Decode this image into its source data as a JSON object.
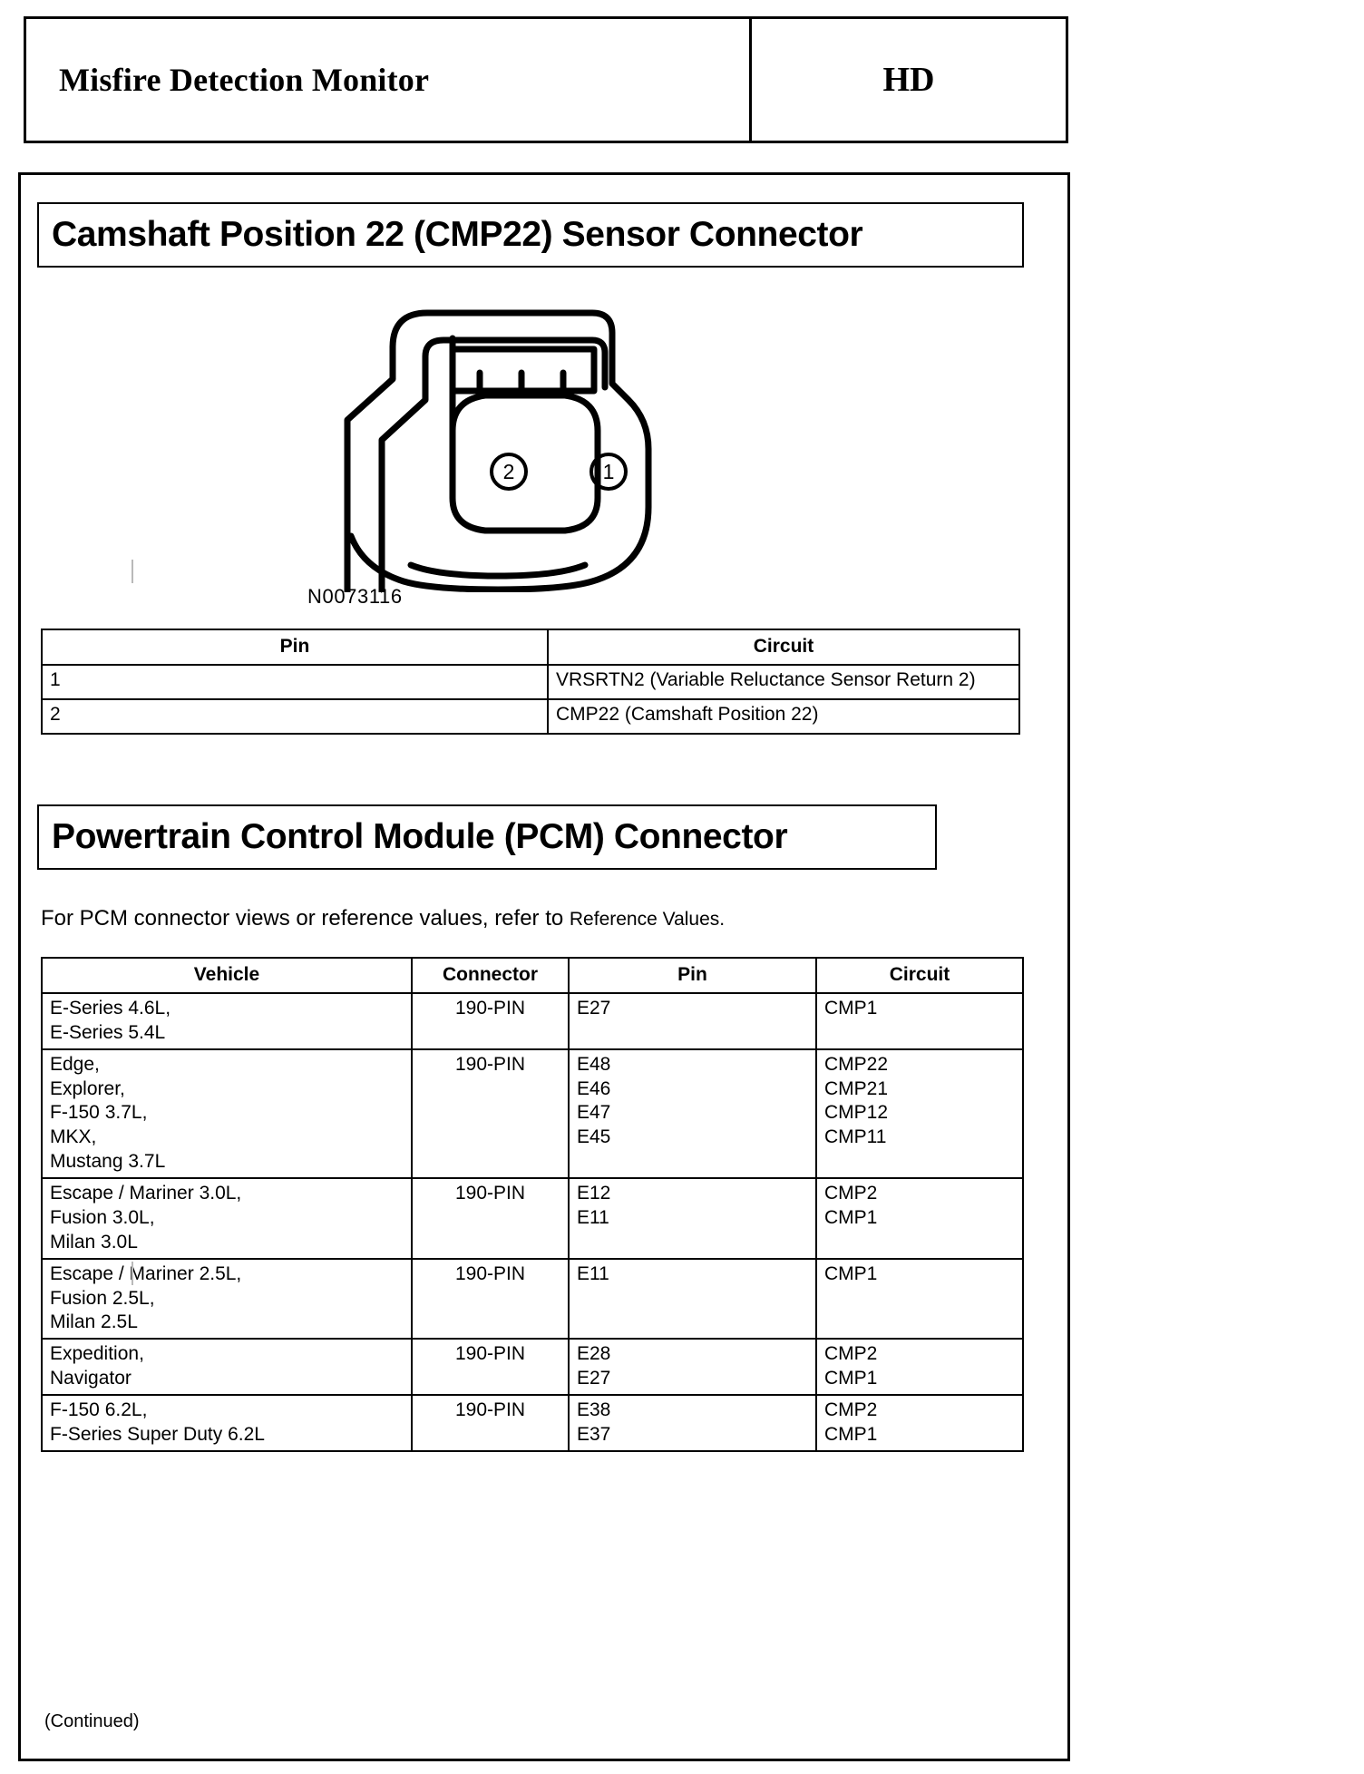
{
  "header": {
    "title": "Misfire Detection Monitor",
    "code": "HD"
  },
  "sections": {
    "cmp_connector_title": "Camshaft Position 22 (CMP22) Sensor Connector",
    "pcm_connector_title": "Powertrain Control Module (PCM) Connector"
  },
  "connector_diagram": {
    "figure_id": "N0073116",
    "pin_callouts": [
      "2",
      "1"
    ]
  },
  "pin_table": {
    "columns": [
      "Pin",
      "Circuit"
    ],
    "rows": [
      {
        "pin": "1",
        "circuit": "VRSRTN2 (Variable Reluctance Sensor Return 2)"
      },
      {
        "pin": "2",
        "circuit": "CMP22 (Camshaft Position 22)"
      }
    ]
  },
  "pcm_intro": {
    "text_before": "For PCM connector views or reference values, refer to ",
    "reference_link": "Reference Values."
  },
  "pcm_table": {
    "columns": [
      "Vehicle",
      "Connector",
      "Pin",
      "Circuit"
    ],
    "rows": [
      {
        "vehicle": [
          "E-Series 4.6L,",
          "E-Series 5.4L"
        ],
        "connector": [
          "190-PIN"
        ],
        "pin": [
          "E27"
        ],
        "circuit": [
          "CMP1"
        ]
      },
      {
        "vehicle": [
          "Edge,",
          "Explorer,",
          "F-150 3.7L,",
          "MKX,",
          "Mustang 3.7L"
        ],
        "connector": [
          "190-PIN"
        ],
        "pin": [
          "E48",
          "E46",
          "E47",
          "E45"
        ],
        "circuit": [
          "CMP22",
          "CMP21",
          "CMP12",
          "CMP11"
        ]
      },
      {
        "vehicle": [
          "Escape / Mariner 3.0L,",
          "Fusion 3.0L,",
          "Milan 3.0L"
        ],
        "connector": [
          "190-PIN"
        ],
        "pin": [
          "E12",
          "E11"
        ],
        "circuit": [
          "CMP2",
          "CMP1"
        ]
      },
      {
        "vehicle": [
          "Escape / Mariner 2.5L,",
          "Fusion 2.5L,",
          "Milan 2.5L"
        ],
        "connector": [
          "190-PIN"
        ],
        "pin": [
          "E11"
        ],
        "circuit": [
          "CMP1"
        ]
      },
      {
        "vehicle": [
          "Expedition,",
          "Navigator"
        ],
        "connector": [
          "190-PIN"
        ],
        "pin": [
          "E28",
          "E27"
        ],
        "circuit": [
          "CMP2",
          "CMP1"
        ]
      },
      {
        "vehicle": [
          "F-150 6.2L,",
          "F-Series Super Duty 6.2L"
        ],
        "connector": [
          "190-PIN"
        ],
        "pin": [
          "E38",
          "E37"
        ],
        "circuit": [
          "CMP2",
          "CMP1"
        ]
      }
    ]
  },
  "footer": {
    "continued": "(Continued)"
  },
  "colors": {
    "ink": "#000000",
    "paper": "#ffffff"
  }
}
